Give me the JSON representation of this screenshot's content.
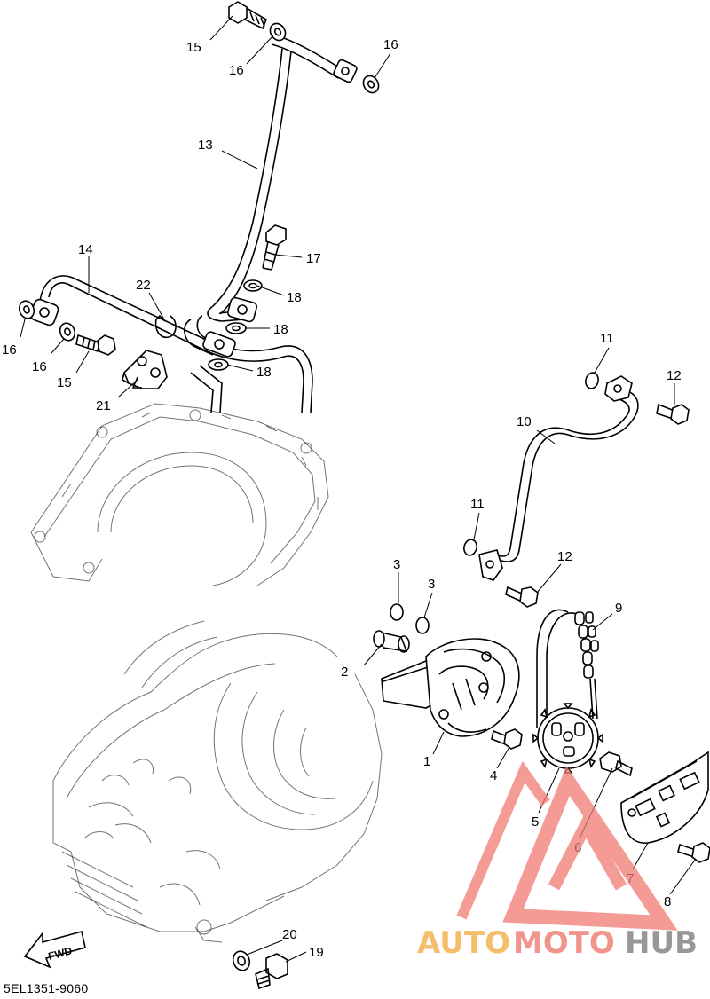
{
  "diagram": {
    "parts": [
      {
        "id": "part-1",
        "label": "1"
      },
      {
        "id": "part-2",
        "label": "2"
      },
      {
        "id": "part-3a",
        "label": "3"
      },
      {
        "id": "part-3b",
        "label": "3"
      },
      {
        "id": "part-4",
        "label": "4"
      },
      {
        "id": "part-5",
        "label": "5"
      },
      {
        "id": "part-6",
        "label": "6"
      },
      {
        "id": "part-7",
        "label": "7"
      },
      {
        "id": "part-8",
        "label": "8"
      },
      {
        "id": "part-9",
        "label": "9"
      },
      {
        "id": "part-10",
        "label": "10"
      },
      {
        "id": "part-11a",
        "label": "11"
      },
      {
        "id": "part-11b",
        "label": "11"
      },
      {
        "id": "part-12a",
        "label": "12"
      },
      {
        "id": "part-12b",
        "label": "12"
      },
      {
        "id": "part-13",
        "label": "13"
      },
      {
        "id": "part-14",
        "label": "14"
      },
      {
        "id": "part-15a",
        "label": "15"
      },
      {
        "id": "part-15b",
        "label": "15"
      },
      {
        "id": "part-16a",
        "label": "16"
      },
      {
        "id": "part-16b",
        "label": "16"
      },
      {
        "id": "part-16c",
        "label": "16"
      },
      {
        "id": "part-16d",
        "label": "16"
      },
      {
        "id": "part-17",
        "label": "17"
      },
      {
        "id": "part-18a",
        "label": "18"
      },
      {
        "id": "part-18b",
        "label": "18"
      },
      {
        "id": "part-18c",
        "label": "18"
      },
      {
        "id": "part-19",
        "label": "19"
      },
      {
        "id": "part-20",
        "label": "20"
      },
      {
        "id": "part-21",
        "label": "21"
      },
      {
        "id": "part-22",
        "label": "22"
      }
    ],
    "fwd_label": "FWD",
    "diagram_code": "5EL1351-9060"
  },
  "watermark": {
    "word_1": "AUTO",
    "word_2": "MOTO",
    "word_3": "HUB",
    "colors": {
      "auto": "#f5b85a",
      "moto": "#f08a80",
      "hub": "#8c8c8c",
      "logo": "#f27a74"
    }
  }
}
